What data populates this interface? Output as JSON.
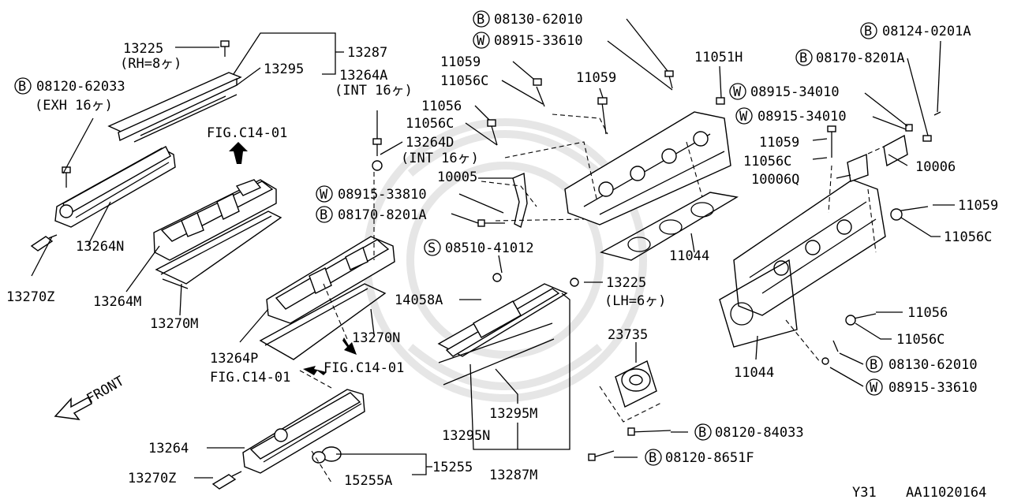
{
  "diagram": {
    "labels": [
      {
        "id": "l01",
        "text": "13225"
      },
      {
        "id": "l02",
        "text": "(RH=8ヶ)"
      },
      {
        "id": "l03",
        "text": "13287"
      },
      {
        "id": "l04",
        "text": "13295"
      },
      {
        "id": "l05",
        "text": "08120-62033",
        "prefix": "B"
      },
      {
        "id": "l06",
        "text": "(EXH 16ヶ)"
      },
      {
        "id": "l07",
        "text": "FIG.C14-01"
      },
      {
        "id": "l08",
        "text": "13264N"
      },
      {
        "id": "l09",
        "text": "13264M"
      },
      {
        "id": "l10",
        "text": "13270Z"
      },
      {
        "id": "l11",
        "text": "13270M"
      },
      {
        "id": "l12",
        "text": "13264A"
      },
      {
        "id": "l13",
        "text": "(INT 16ヶ)"
      },
      {
        "id": "l14",
        "text": "13264D"
      },
      {
        "id": "l15",
        "text": "(INT 16ヶ)"
      },
      {
        "id": "l16",
        "text": "10005"
      },
      {
        "id": "l17",
        "text": "08915-33810",
        "prefix": "W"
      },
      {
        "id": "l18",
        "text": "08170-8201A",
        "prefix": "B"
      },
      {
        "id": "l19",
        "text": "08510-41012",
        "prefix": "S"
      },
      {
        "id": "l20",
        "text": "14058A"
      },
      {
        "id": "l21",
        "text": "13225"
      },
      {
        "id": "l22",
        "text": "(LH=6ヶ)"
      },
      {
        "id": "l23",
        "text": "13264P"
      },
      {
        "id": "l24",
        "text": "13270N"
      },
      {
        "id": "l25",
        "text": "FIG.C14-01"
      },
      {
        "id": "l26",
        "text": "FIG.C14-01"
      },
      {
        "id": "l27",
        "text": "FRONT"
      },
      {
        "id": "l28",
        "text": "13264"
      },
      {
        "id": "l29",
        "text": "13270Z"
      },
      {
        "id": "l30",
        "text": "15255A"
      },
      {
        "id": "l31",
        "text": "15255"
      },
      {
        "id": "l32",
        "text": "13295M"
      },
      {
        "id": "l33",
        "text": "13295N"
      },
      {
        "id": "l34",
        "text": "13287M"
      },
      {
        "id": "l35",
        "text": "23735"
      },
      {
        "id": "l36",
        "text": "08120-84033",
        "prefix": "B"
      },
      {
        "id": "l37",
        "text": "08120-8651F",
        "prefix": "B"
      },
      {
        "id": "l38",
        "text": "08130-62010",
        "prefix": "B"
      },
      {
        "id": "l39",
        "text": "08915-33610",
        "prefix": "W"
      },
      {
        "id": "l40",
        "text": "11059"
      },
      {
        "id": "l41",
        "text": "11056C"
      },
      {
        "id": "l42",
        "text": "11059"
      },
      {
        "id": "l43",
        "text": "11056"
      },
      {
        "id": "l44",
        "text": "11056C"
      },
      {
        "id": "l45",
        "text": "11051H"
      },
      {
        "id": "l46",
        "text": "08124-0201A",
        "prefix": "B"
      },
      {
        "id": "l47",
        "text": "08170-8201A",
        "prefix": "B"
      },
      {
        "id": "l48",
        "text": "08915-34010",
        "prefix": "W"
      },
      {
        "id": "l49",
        "text": "08915-34010",
        "prefix": "W"
      },
      {
        "id": "l50",
        "text": "11059"
      },
      {
        "id": "l51",
        "text": "11056C"
      },
      {
        "id": "l52",
        "text": "10006"
      },
      {
        "id": "l53",
        "text": "10006Q"
      },
      {
        "id": "l54",
        "text": "11059"
      },
      {
        "id": "l55",
        "text": "11056C"
      },
      {
        "id": "l56",
        "text": "11044"
      },
      {
        "id": "l57",
        "text": "11056"
      },
      {
        "id": "l58",
        "text": "11056C"
      },
      {
        "id": "l59",
        "text": "11044"
      },
      {
        "id": "l60",
        "text": "08130-62010",
        "prefix": "B"
      },
      {
        "id": "l61",
        "text": "08915-33610",
        "prefix": "W"
      }
    ],
    "footer": {
      "model": "Y31",
      "code": "AA11020164"
    }
  }
}
